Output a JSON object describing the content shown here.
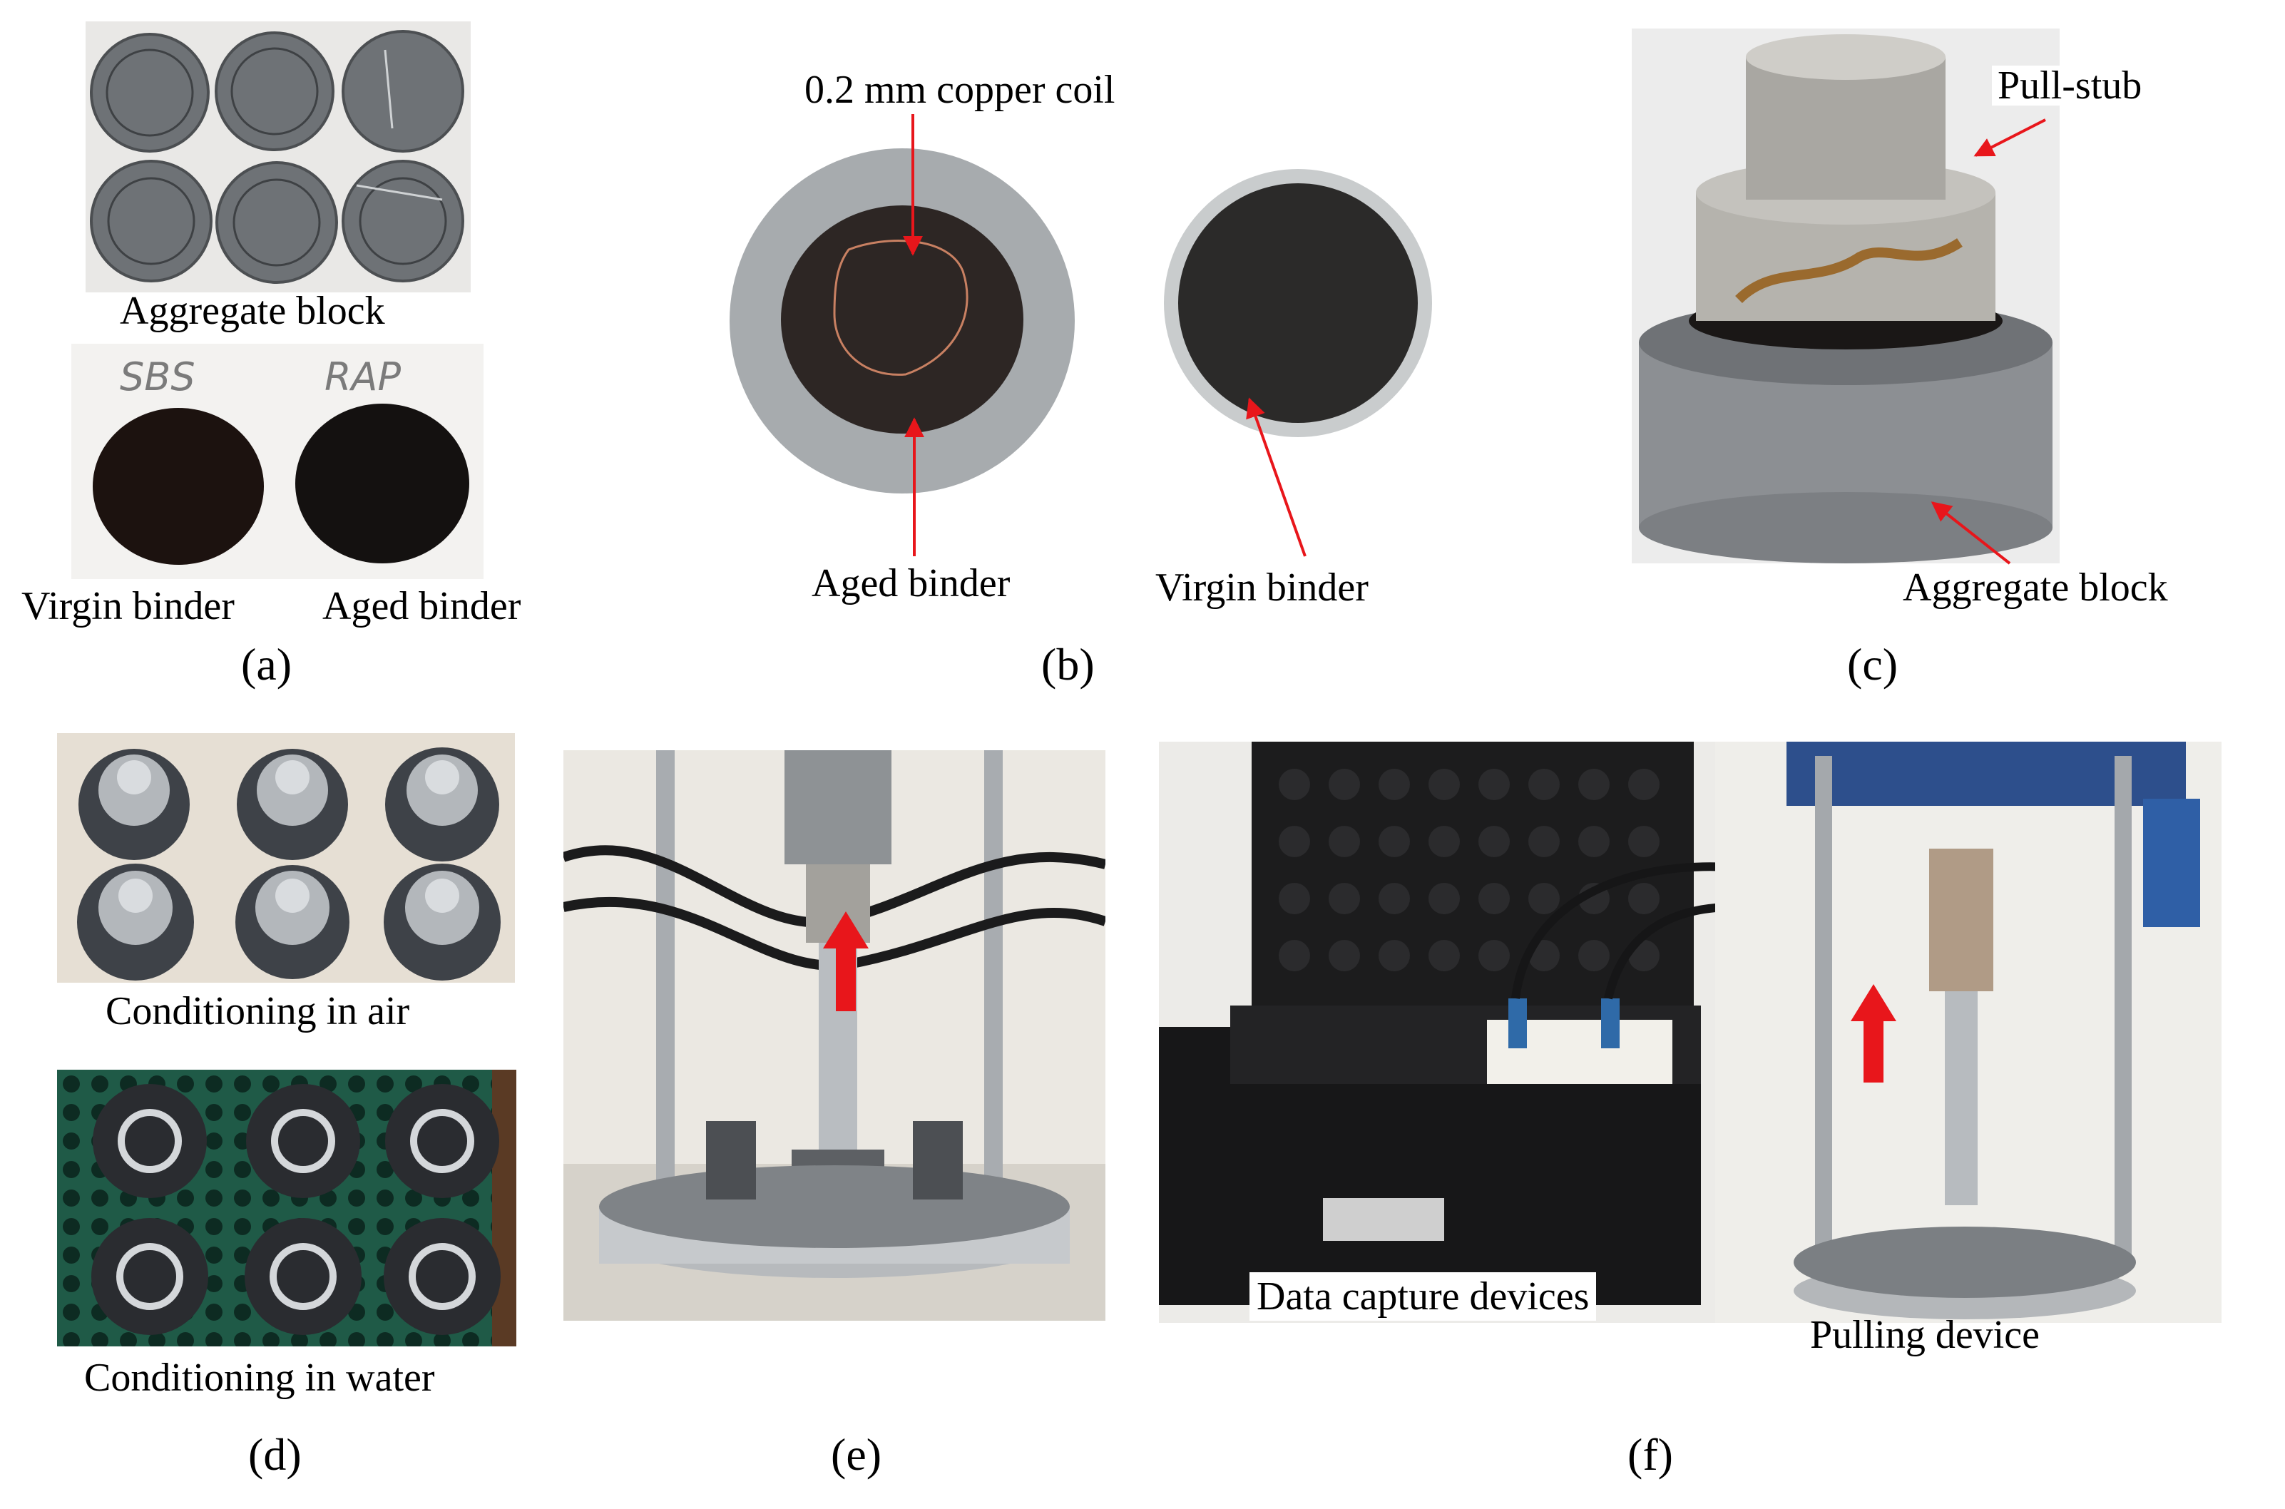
{
  "panels": {
    "a": {
      "letter": "(a)",
      "top_caption": "Aggregate block",
      "handwriting_left": "SBS",
      "handwriting_right": "RAP",
      "label_left": "Virgin binder",
      "label_right": "Aged binder"
    },
    "b": {
      "letter": "(b)",
      "label_coil": "0.2 mm copper coil",
      "label_aged": "Aged binder",
      "label_virgin": "Virgin binder"
    },
    "c": {
      "letter": "(c)",
      "label_stub": "Pull-stub",
      "label_block": "Aggregate block"
    },
    "d": {
      "letter": "(d)",
      "caption_air": "Conditioning in air",
      "caption_water": "Conditioning in water"
    },
    "e": {
      "letter": "(e)"
    },
    "f": {
      "letter": "(f)",
      "label_data": "Data capture devices",
      "label_pull": "Pulling device"
    }
  },
  "colors": {
    "arrow": "#e8161b",
    "binder": "#1a1412",
    "aggregate": "#8d9094",
    "steel": "#b8bcc0"
  }
}
